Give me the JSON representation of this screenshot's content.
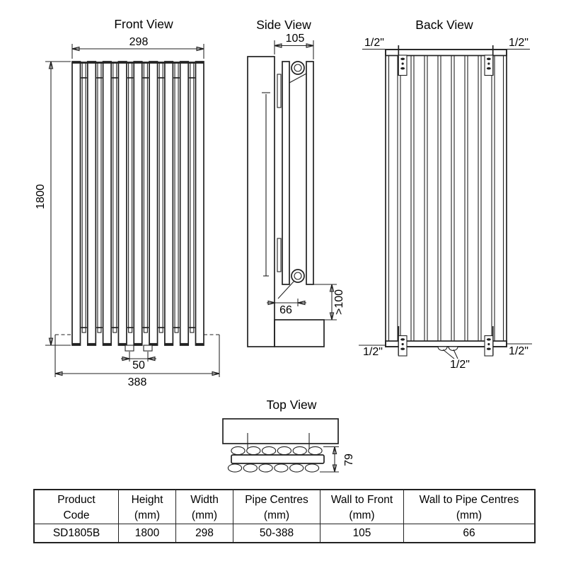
{
  "views": {
    "front": {
      "title": "Front View",
      "width_mm": "298",
      "height_mm": "1800",
      "pipe_centres_min": "50",
      "pipe_centres_max": "388"
    },
    "side": {
      "title": "Side View",
      "depth_mm": "105",
      "wall_to_pipe_mm": "66",
      "floor_clearance_mm": ">100"
    },
    "back": {
      "title": "Back View",
      "connection_top_left": "1/2\"",
      "connection_top_right": "1/2\"",
      "connection_bottom_left": "1/2\"",
      "connection_bottom_right": "1/2\"",
      "connection_bottom_centre": "1/2\""
    },
    "top": {
      "title": "Top View",
      "depth_mm": "79"
    }
  },
  "table": {
    "headers": [
      [
        "Product",
        "Code"
      ],
      [
        "Height",
        "(mm)"
      ],
      [
        "Width",
        "(mm)"
      ],
      [
        "Pipe Centres",
        "(mm)"
      ],
      [
        "Wall to Front",
        "(mm)"
      ],
      [
        "Wall to Pipe Centres",
        "(mm)"
      ]
    ],
    "row": [
      "SD1805B",
      "1800",
      "298",
      "50-388",
      "105",
      "66"
    ]
  }
}
